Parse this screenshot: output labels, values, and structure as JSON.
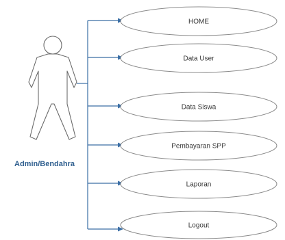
{
  "actor": {
    "name": "Admin/Bendahra"
  },
  "use_cases": [
    {
      "label": "HOME"
    },
    {
      "label": "Data User"
    },
    {
      "label": "Data Siswa"
    },
    {
      "label": "Pembayaran SPP"
    },
    {
      "label": "Laporan"
    },
    {
      "label": "Logout"
    }
  ],
  "colors": {
    "connector": "#3a6ea5",
    "actor_label": "#2f5f8f",
    "ellipse_stroke": "#8a8a8a"
  }
}
